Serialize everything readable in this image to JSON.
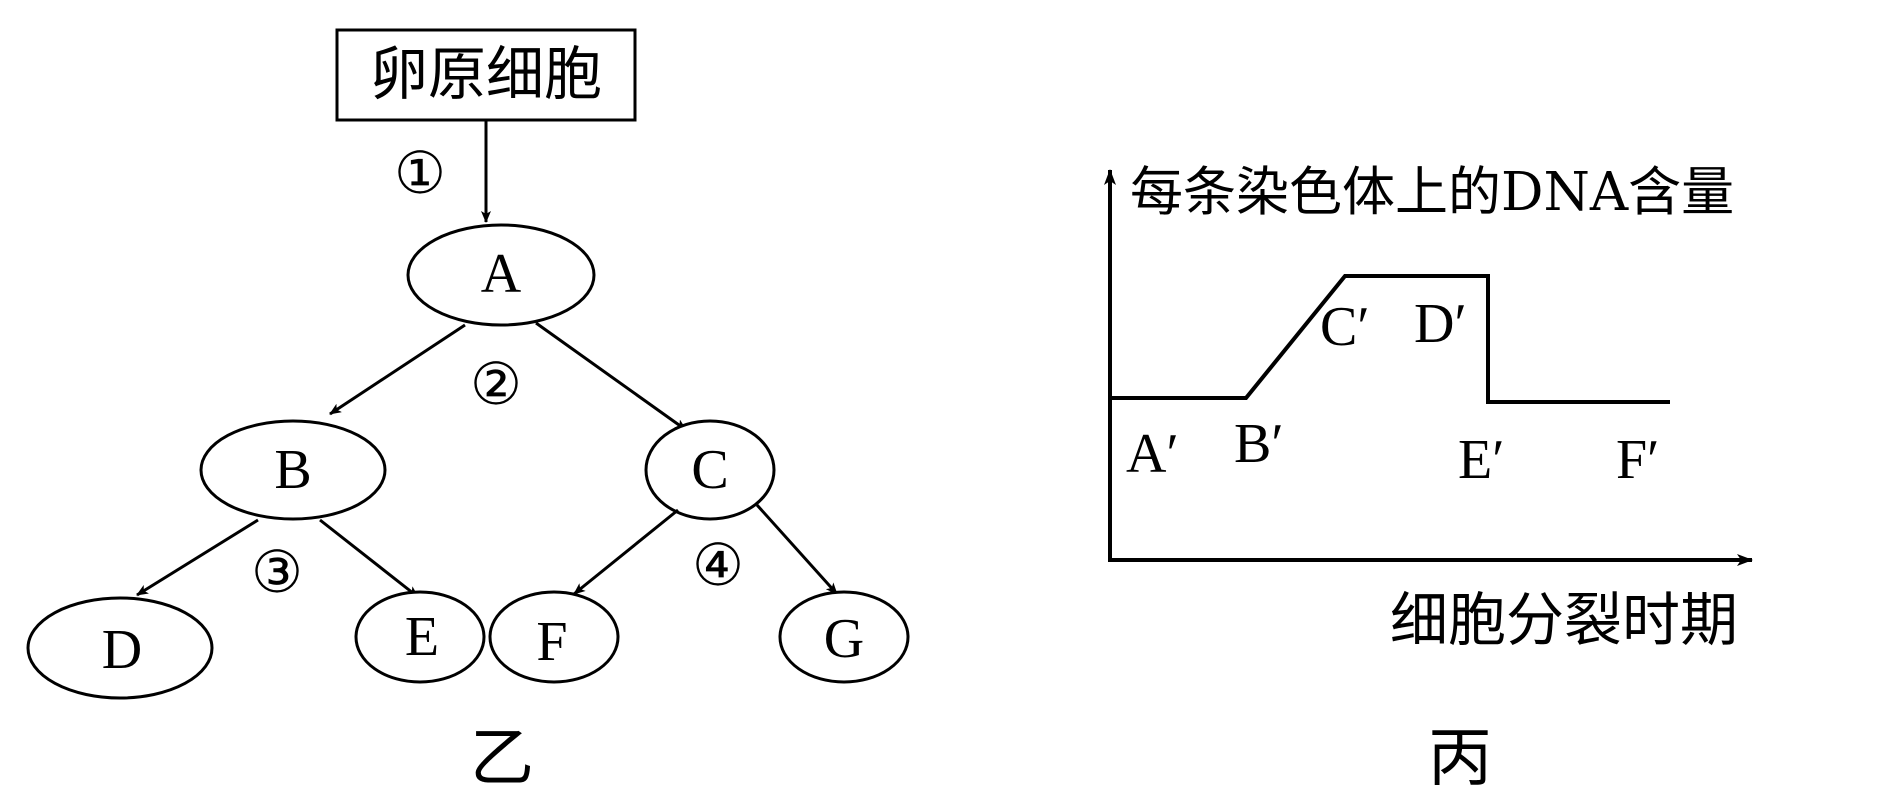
{
  "diagram_yi": {
    "root_box": "卵原细胞",
    "nodes": {
      "A": "A",
      "B": "B",
      "C": "C",
      "D": "D",
      "E": "E",
      "F": "F",
      "G": "G"
    },
    "steps": {
      "s1": "①",
      "s2": "②",
      "s3": "③",
      "s4": "④"
    },
    "caption": "乙"
  },
  "diagram_bing": {
    "y_axis_label": "每条染色体上的DNA含量",
    "x_axis_label": "细胞分裂时期",
    "points": {
      "A": "A′",
      "B": "B′",
      "C": "C′",
      "D": "D′",
      "E": "E′",
      "F": "F′"
    },
    "caption": "丙"
  },
  "colors": {
    "stroke": "#000000",
    "background": "#ffffff"
  }
}
